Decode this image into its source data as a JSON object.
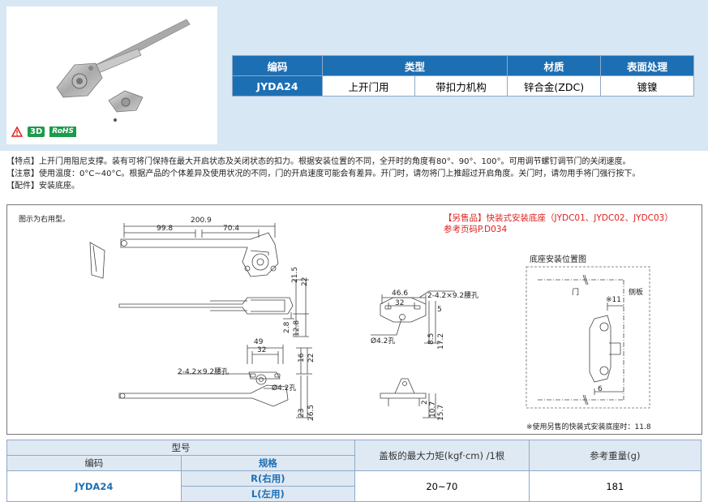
{
  "icons": {
    "warning": "warning-icon",
    "three_d": "3D",
    "rohs": "RoHS"
  },
  "spec_table": {
    "headers": [
      "编码",
      "类型",
      "材质",
      "表面处理"
    ],
    "code": "JYDA24",
    "type1": "上开门用",
    "type2": "带扣力机构",
    "material": "锌合金(ZDC)",
    "finish": "镀镍"
  },
  "notes": {
    "feature": "【特点】上开门用阻尼支撑。装有可将门保持在最大开启状态及关闭状态的扣力。根据安装位置的不同，全开时的角度有80°、90°、100°。可用调节螺钉调节门的关闭速度。",
    "caution": "【注意】使用温度：0°C~40°C。根据产品的个体差异及使用状况的不同，门的开启速度可能会有差异。开门时，请勿将门上推超过开启角度。关门时，请勿用手将门强行按下。",
    "accessory": "【配件】安装底座。"
  },
  "drawing": {
    "right_hand": "图示为右用型。",
    "sold_separately": "【另售品】快装式安装底座（JYDC01、JYDC02、JYDC03）",
    "ref_page": "参考页码P.D034",
    "base_pos_title": "底座安装位置图",
    "door": "门",
    "side_plate": "侧板",
    "footnote": "※使用另售的快装式安装底座时：11.8",
    "dims": {
      "d200_9": "200.9",
      "d99_8": "99.8",
      "d70_4": "70.4",
      "d21_5": "21.5",
      "d22a": "22",
      "d2_8": "2.8",
      "d12_8": "12.8",
      "d49": "49",
      "d32a": "32",
      "d16": "16",
      "d22b": "22",
      "slot_a": "2-4.2×9.2腰孔",
      "hole_a": "Ø4.2孔",
      "d23": "23",
      "d26_5": "26.5",
      "d46_6": "46.6",
      "d32b": "32",
      "slot_b": "2-4.2×9.2腰孔",
      "d5": "5",
      "hole_b": "Ø4.2孔",
      "d8_5": "8.5",
      "d17_2": "17.2",
      "d2": "2",
      "d10_7": "10.7",
      "d15_7": "15.7",
      "d11": "※11",
      "d6": "6"
    }
  },
  "bottom_table": {
    "model": "型号",
    "code_h": "编码",
    "spec_h": "规格",
    "torque_h": "盖板的最大力矩(kgf·cm) /1根",
    "weight_h": "参考重量(g)",
    "code": "JYDA24",
    "spec_r": "R(右用)",
    "spec_l": "L(左用)",
    "torque": "20~70",
    "weight": "181"
  }
}
